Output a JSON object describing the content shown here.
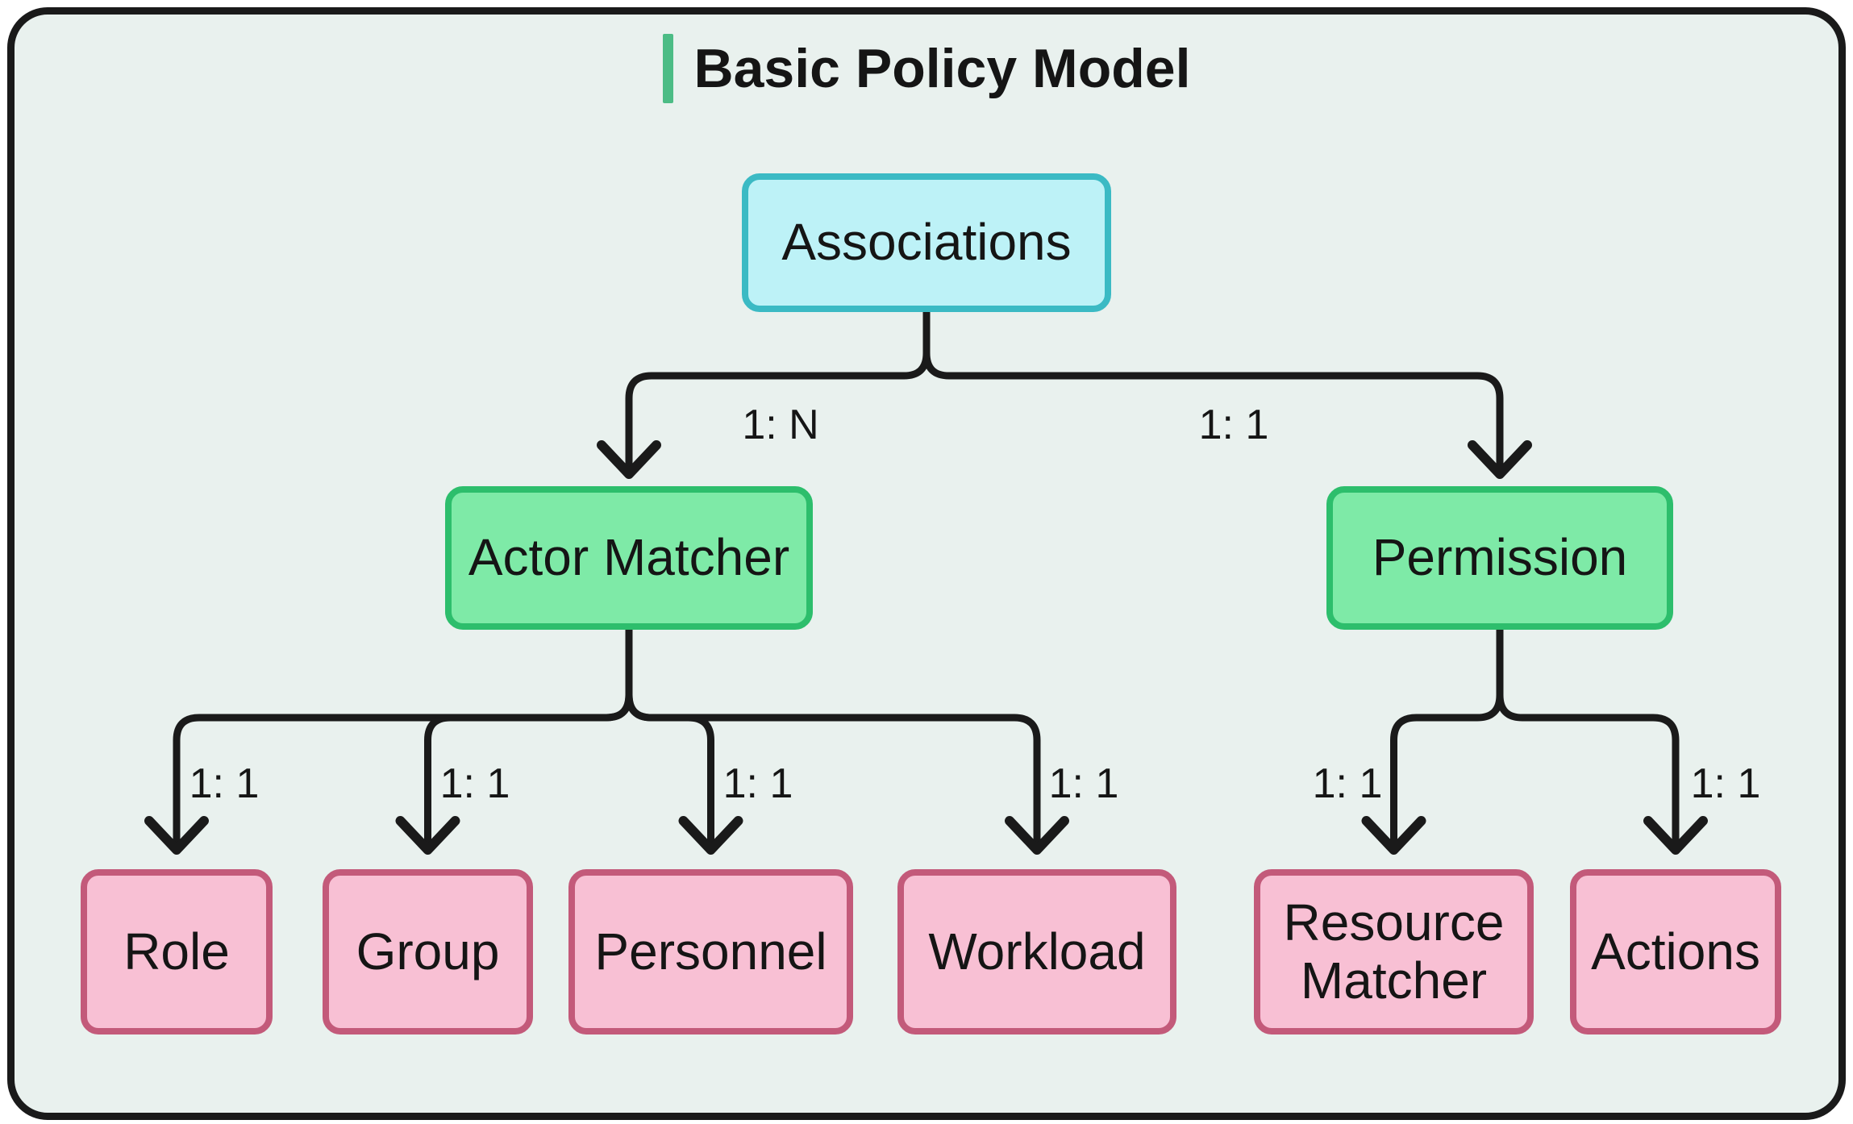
{
  "title": {
    "text": "Basic Policy Model"
  },
  "colors": {
    "canvas_bg": "#e9f1ee",
    "line_color": "#1a1a1a",
    "text_color": "#151515",
    "cyan_fill": "#bdf2f7",
    "cyan_border": "#3bbac4",
    "green_fill": "#7eeaa7",
    "green_border": "#2dbe6c",
    "pink_fill": "#f8c0d4",
    "pink_border": "#c35a7a",
    "accent_green": "#4cbc85"
  },
  "nodes": {
    "associations": {
      "label": "Associations",
      "type": "cyan"
    },
    "actor_matcher": {
      "label": "Actor Matcher",
      "type": "green"
    },
    "permission": {
      "label": "Permission",
      "type": "green"
    },
    "role": {
      "label": "Role",
      "type": "pink"
    },
    "group": {
      "label": "Group",
      "type": "pink"
    },
    "personnel": {
      "label": "Personnel",
      "type": "pink"
    },
    "workload": {
      "label": "Workload",
      "type": "pink"
    },
    "resource_matcher": {
      "label": "Resource Matcher",
      "type": "pink"
    },
    "actions": {
      "label": "Actions",
      "type": "pink"
    }
  },
  "edges": [
    {
      "from": "Associations",
      "to": "Actor Matcher",
      "label": "1: N"
    },
    {
      "from": "Associations",
      "to": "Permission",
      "label": "1: 1"
    },
    {
      "from": "Actor Matcher",
      "to": "Role",
      "label": "1: 1"
    },
    {
      "from": "Actor Matcher",
      "to": "Group",
      "label": "1: 1"
    },
    {
      "from": "Actor Matcher",
      "to": "Personnel",
      "label": "1: 1"
    },
    {
      "from": "Actor Matcher",
      "to": "Workload",
      "label": "1: 1"
    },
    {
      "from": "Permission",
      "to": "Resource Matcher",
      "label": "1: 1"
    },
    {
      "from": "Permission",
      "to": "Actions",
      "label": "1: 1"
    }
  ]
}
